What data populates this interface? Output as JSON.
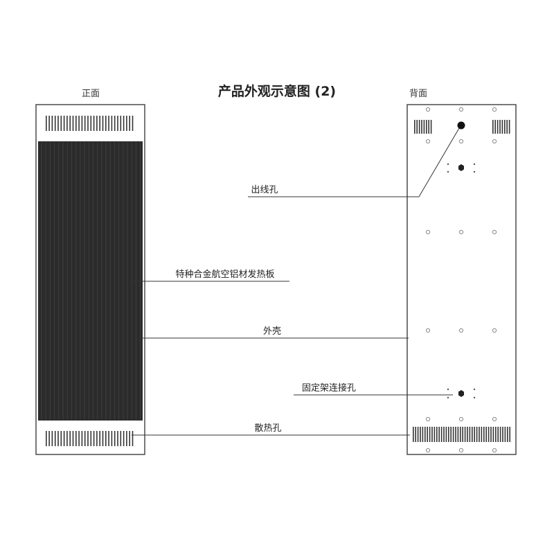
{
  "title": "产品外观示意图 (2)",
  "front_label": "正面",
  "back_label": "背面",
  "callouts": {
    "wire_hole": "出线孔",
    "heating_plate": "特种合金航空铝材发热板",
    "shell": "外壳",
    "bracket_hole": "固定架连接孔",
    "vent_holes": "散热孔"
  },
  "colors": {
    "outline": "#4a4a4a",
    "panel_fill": "#ffffff",
    "heating_plate": "#2b2b2b",
    "heating_stripe": "#3f3f3f",
    "vent": "#333333",
    "screw": "#888888",
    "hole": "#111111",
    "leader_line": "#333333"
  }
}
